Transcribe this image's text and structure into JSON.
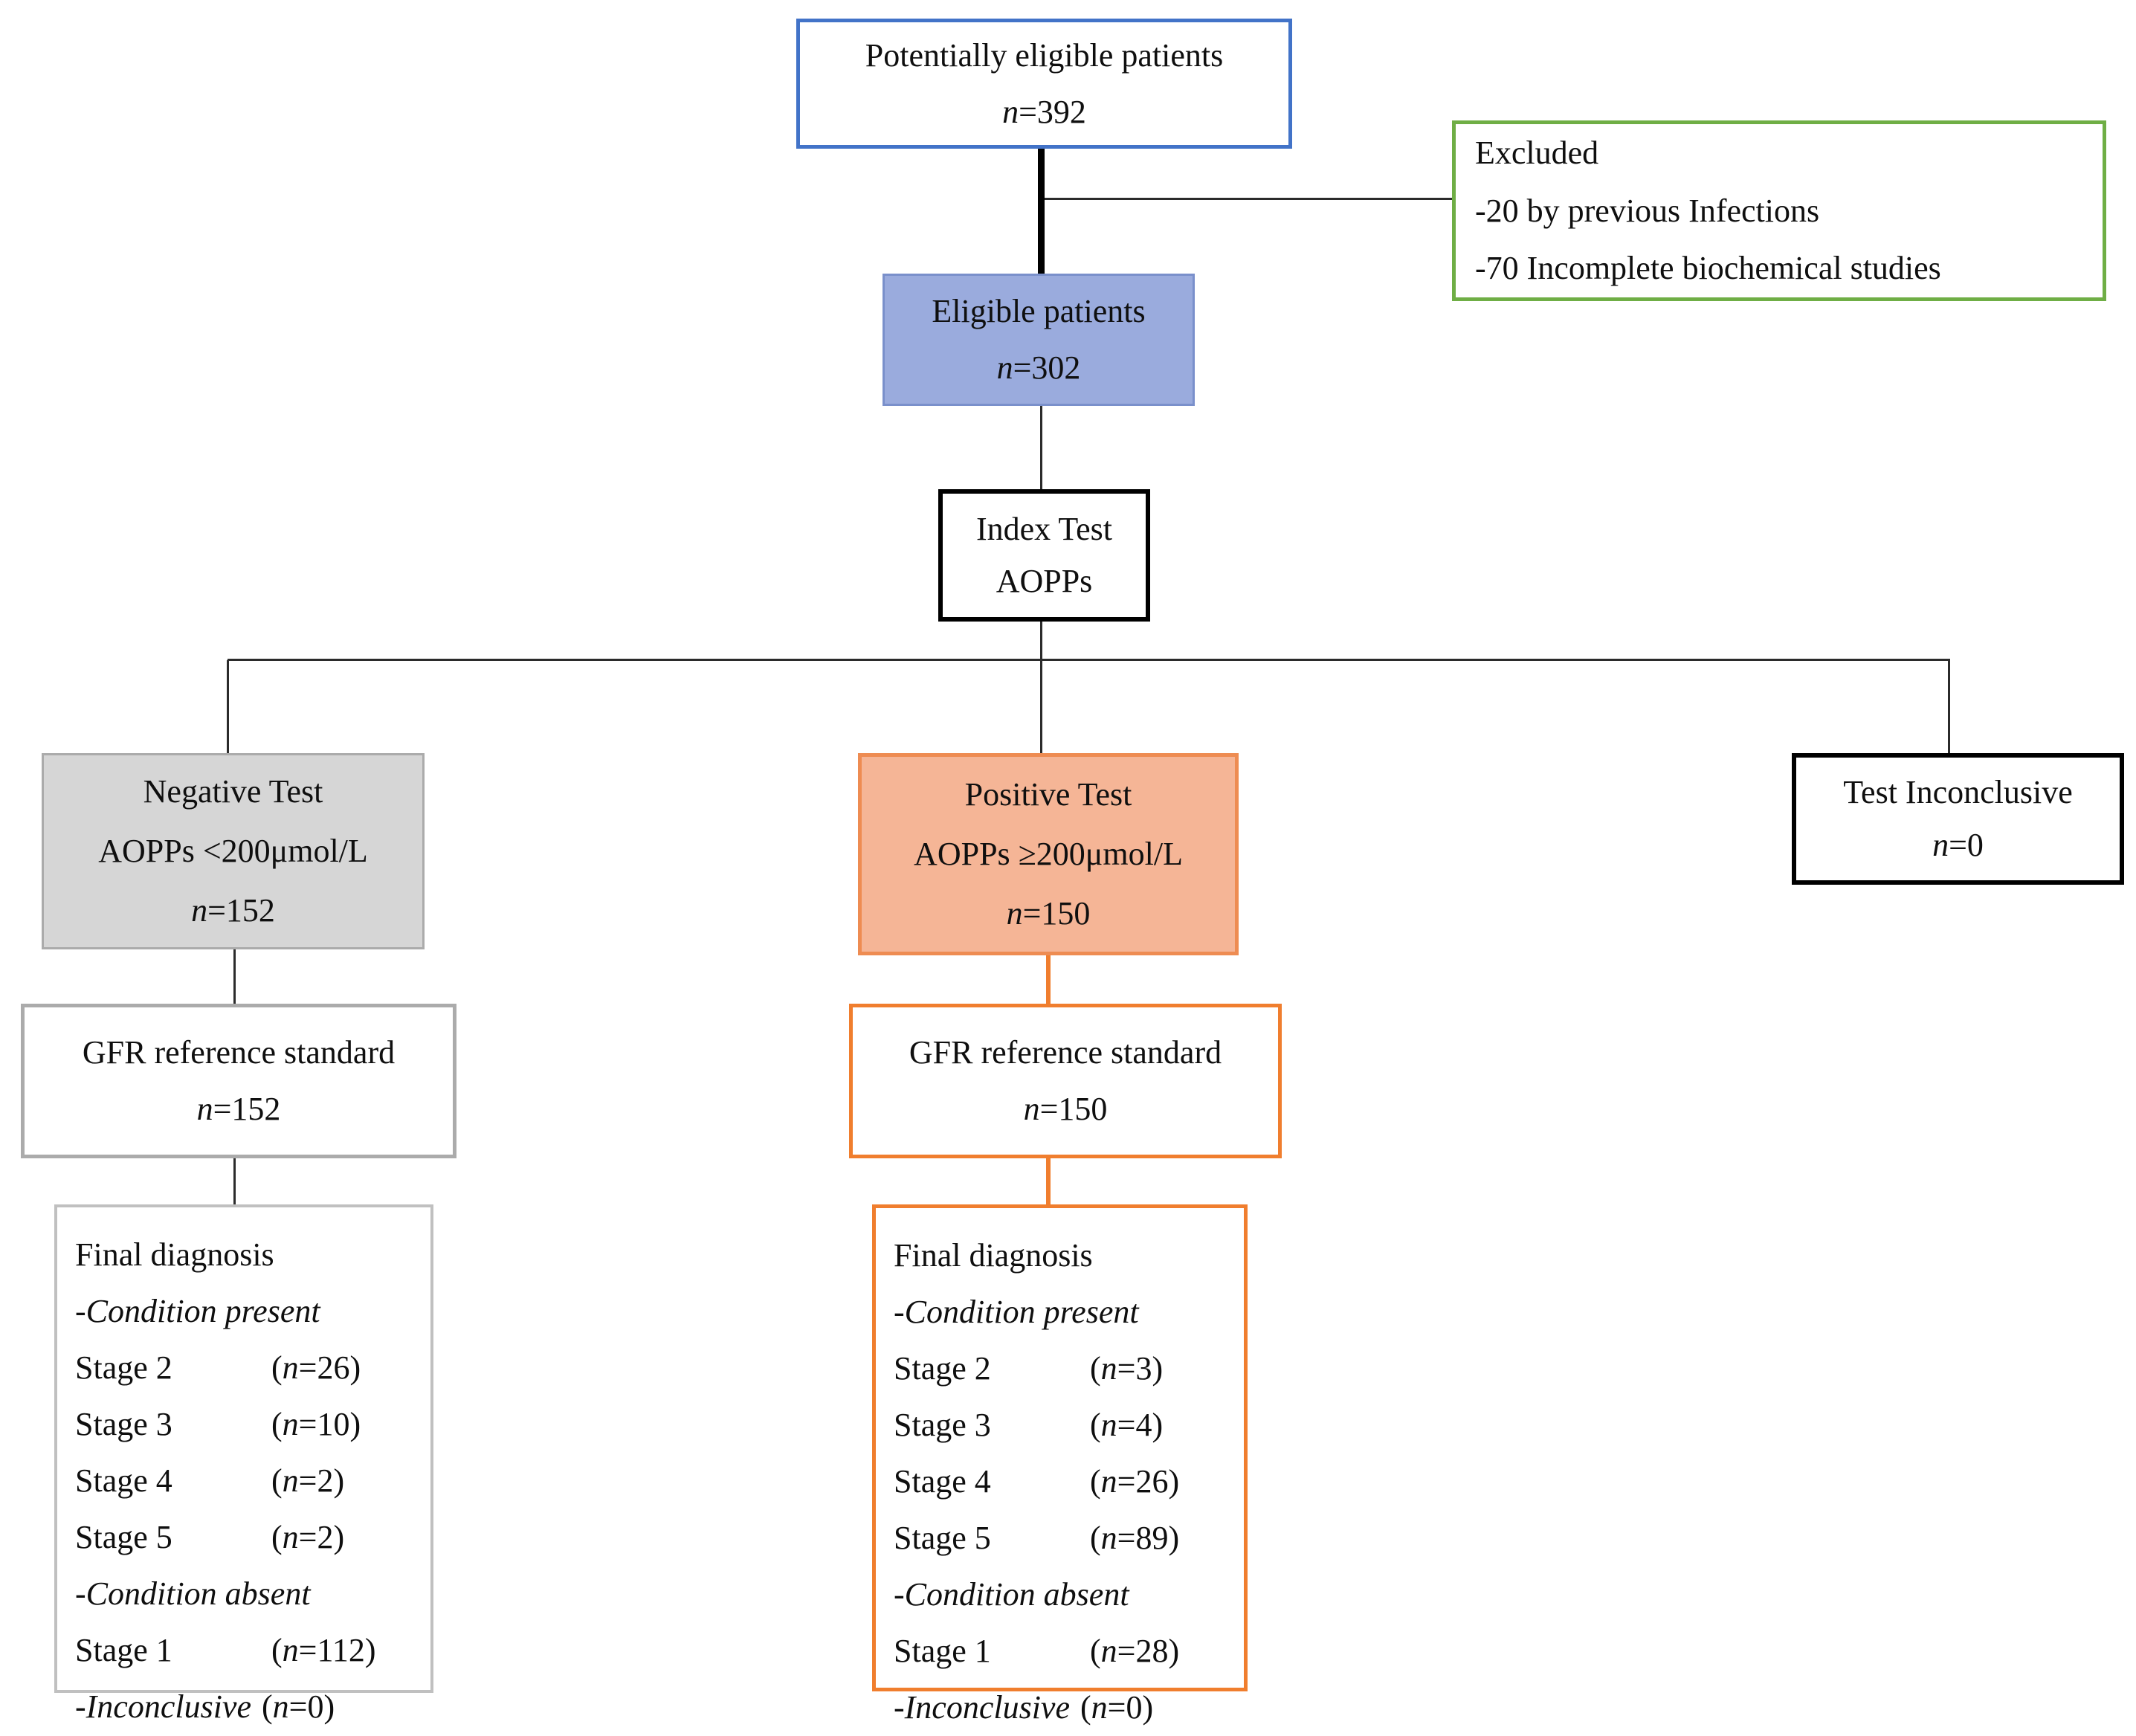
{
  "figure": {
    "type": "patient-flow-diagram"
  },
  "boxes": {
    "potentially_eligible": {
      "line1": "Potentially eligible patients",
      "line2": "n=392"
    },
    "excluded": {
      "title": "Excluded",
      "items": [
        "-20 by previous Infections",
        "-70 Incomplete biochemical studies"
      ]
    },
    "eligible": {
      "line1": "Eligible patients",
      "line2": "n=302"
    },
    "index_test": {
      "line1": "Index Test",
      "line2": "AOPPs"
    },
    "negative_test": {
      "line1": "Negative Test",
      "line2": "AOPPs <200μmol/L",
      "line3": "n=152"
    },
    "positive_test": {
      "line1": "Positive Test",
      "line2": "AOPPs ≥200μmol/L",
      "line3": "n=150"
    },
    "test_inconclusive": {
      "line1": "Test Inconclusive",
      "line2": "n=0"
    },
    "gfr_negative": {
      "line1": "GFR reference standard",
      "line2": "n=152"
    },
    "gfr_positive": {
      "line1": "GFR reference standard",
      "line2": "n=150"
    },
    "final_negative": {
      "title": "Final diagnosis",
      "rows": [
        {
          "label": "-Condition present",
          "value": ""
        },
        {
          "label": "Stage 2",
          "value": "(n=26)"
        },
        {
          "label": "Stage 3",
          "value": "(n=10)"
        },
        {
          "label": "Stage 4",
          "value": "(n=2)"
        },
        {
          "label": "Stage 5",
          "value": "(n=2)"
        },
        {
          "label": "-Condition absent",
          "value": ""
        },
        {
          "label": "Stage 1",
          "value": "(n=112)"
        },
        {
          "label": "-Inconclusive",
          "value": "(n=0)"
        }
      ]
    },
    "final_positive": {
      "title": "Final diagnosis",
      "rows": [
        {
          "label": "-Condition present",
          "value": ""
        },
        {
          "label": "Stage 2",
          "value": "(n=3)"
        },
        {
          "label": "Stage 3",
          "value": "(n=4)"
        },
        {
          "label": "Stage 4",
          "value": "(n=26)"
        },
        {
          "label": "Stage 5",
          "value": "(n=89)"
        },
        {
          "label": "-Condition absent",
          "value": ""
        },
        {
          "label": "Stage 1",
          "value": "(n=28)"
        },
        {
          "label": "-Inconclusive",
          "value": "(n=0)"
        }
      ]
    }
  },
  "colors": {
    "blue_border": "#4273C8",
    "blue_fill": "#9AABDD",
    "green_border": "#6FAE45",
    "orange_border": "#F07E2E",
    "orange_box_border": "#EE8C52",
    "orange_fill": "#F5B596",
    "gray_fill": "#D6D6D6",
    "gray_border": "#ABABAB",
    "light_gray_border": "#C0C0C0",
    "black": "#000000"
  }
}
